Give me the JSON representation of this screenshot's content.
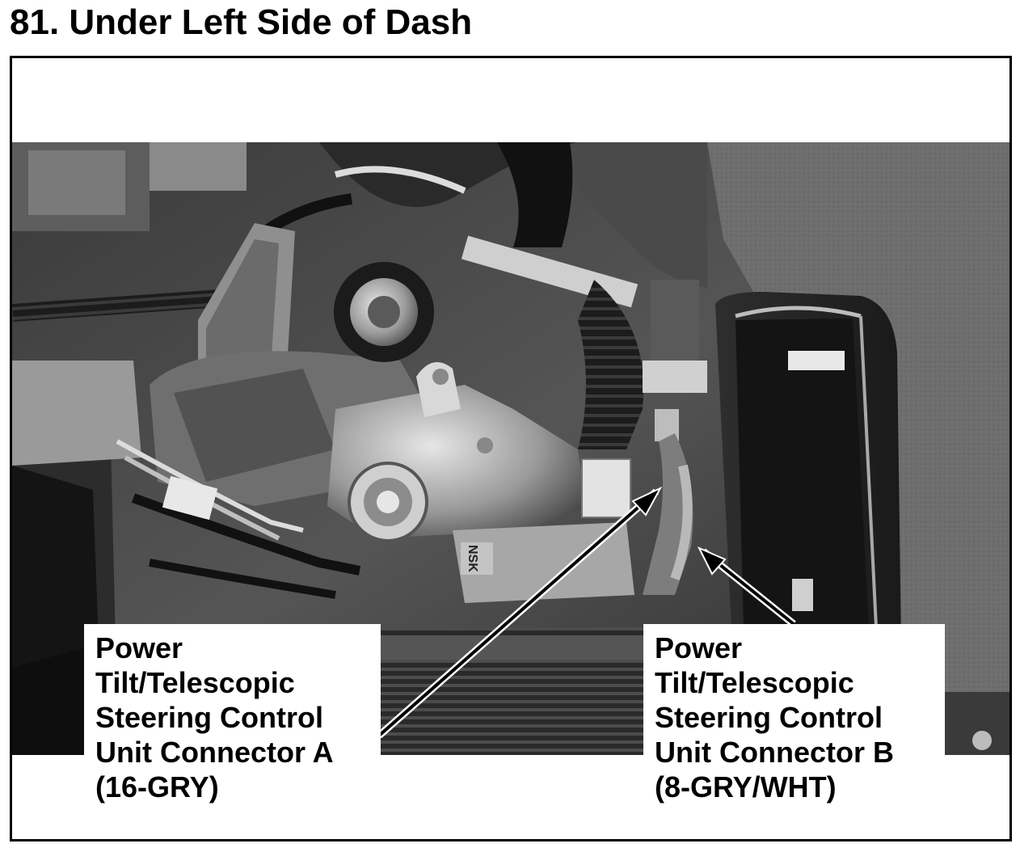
{
  "page": {
    "title": "81. Under Left Side of Dash"
  },
  "callouts": {
    "connector_a": {
      "lines": [
        "Power",
        "Tilt/Telescopic",
        "Steering Control",
        "Unit Connector A",
        "(16-GRY)"
      ]
    },
    "connector_b": {
      "lines": [
        "Power",
        "Tilt/Telescopic",
        "Steering Control",
        "Unit Connector B",
        "(8-GRY/WHT)"
      ]
    }
  },
  "photo_label": {
    "text": "NSK"
  }
}
